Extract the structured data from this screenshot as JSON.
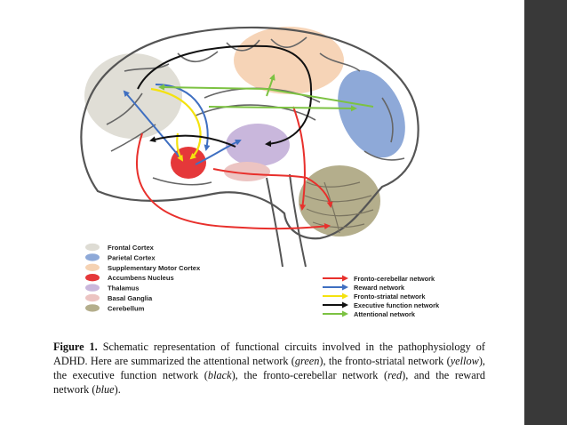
{
  "colors": {
    "background": "#ffffff",
    "sidebar": "#393939",
    "frontal_cortex": "#dedcd4",
    "parietal_cortex": "#8ea9d8",
    "supplementary_motor_cortex": "#f5d2b3",
    "accumbens_nucleus": "#e5383a",
    "thalamus": "#c9b7dc",
    "basal_ganglia": "#ecc4c2",
    "cerebellum": "#b4ae8c",
    "fronto_cerebellar": "#e8302c",
    "reward": "#3f6fc1",
    "fronto_striatal": "#f4e20e",
    "executive_function": "#111111",
    "attentional": "#7cc242"
  },
  "region_legend": [
    {
      "label": "Frontal Cortex",
      "color": "#dedcd4"
    },
    {
      "label": "Parietal Cortex",
      "color": "#8ea9d8"
    },
    {
      "label": "Supplementary Motor Cortex",
      "color": "#f5d2b3"
    },
    {
      "label": "Accumbens Nucleus",
      "color": "#e5383a"
    },
    {
      "label": "Thalamus",
      "color": "#c9b7dc"
    },
    {
      "label": "Basal Ganglia",
      "color": "#ecc4c2"
    },
    {
      "label": "Cerebellum",
      "color": "#b4ae8c"
    }
  ],
  "network_legend": [
    {
      "label": "Fronto-cerebellar network",
      "color": "#e8302c"
    },
    {
      "label": "Reward network",
      "color": "#3f6fc1"
    },
    {
      "label": "Fronto-striatal network",
      "color": "#f4e20e"
    },
    {
      "label": "Executive function network",
      "color": "#111111"
    },
    {
      "label": "Attentional network",
      "color": "#7cc242"
    }
  ],
  "caption": {
    "label": "Figure 1.",
    "t1": " Schematic representation of functional circuits involved in the pathophysiology of ADHD. Here are summarized the attentional network (",
    "green": "green",
    "t2": "), the fronto-striatal network (",
    "yellow": "yellow",
    "t3": "), the executive function network (",
    "black": "black",
    "t4": "), the fronto-cerebellar network (",
    "red": "red",
    "t5": "), and the reward network (",
    "blue": "blue",
    "t6": ")."
  }
}
